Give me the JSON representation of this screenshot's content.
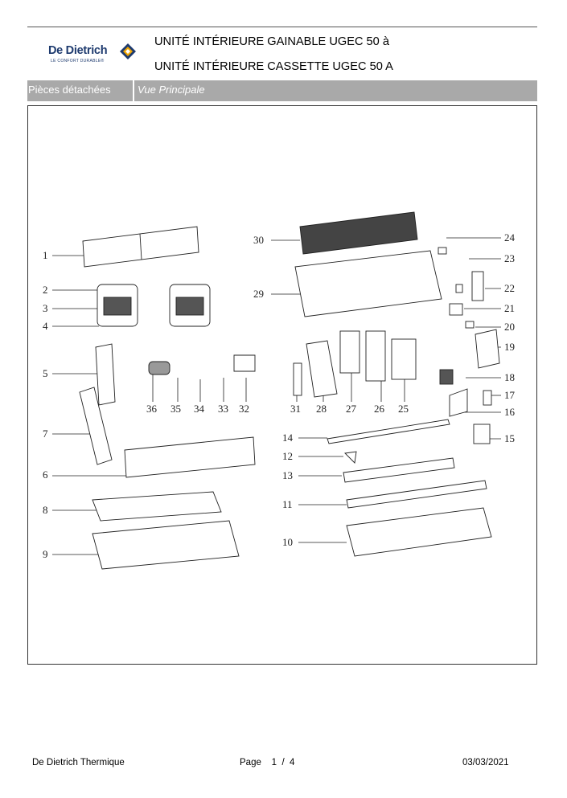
{
  "header": {
    "brand": "De Dietrich",
    "tagline": "LE CONFORT DURABLE®",
    "title_line1": "UNITÉ INTÉRIEURE GAINABLE UGEC 50 à",
    "title_line2": "UNITÉ INTÉRIEURE CASSETTE UGEC 50 A"
  },
  "section_bar": {
    "label": "Pièces détachées",
    "view": "Vue Principale"
  },
  "diagram": {
    "part_numbers": [
      "1",
      "2",
      "3",
      "4",
      "5",
      "6",
      "7",
      "8",
      "9",
      "10",
      "11",
      "12",
      "13",
      "14",
      "15",
      "16",
      "17",
      "18",
      "19",
      "20",
      "21",
      "22",
      "23",
      "24",
      "25",
      "26",
      "27",
      "28",
      "29",
      "30",
      "31",
      "32",
      "33",
      "34",
      "35",
      "36"
    ]
  },
  "footer": {
    "company": "De Dietrich Thermique",
    "page_label": "Page",
    "page_current": "1",
    "page_sep": "/",
    "page_total": "4",
    "date": "03/03/2021"
  },
  "colors": {
    "bar": "#a9a9a9",
    "brand": "#1d3a6e",
    "logo_accent": "#f0a500"
  }
}
